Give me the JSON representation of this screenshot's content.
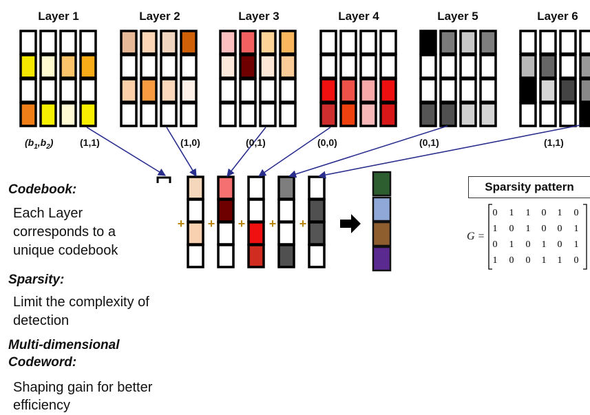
{
  "layers": [
    {
      "title": "Layer 1",
      "bits": "(1,1)",
      "cells": [
        [
          "#ffffff",
          "#ffffff",
          "#ffffff",
          "#ffffff"
        ],
        [
          "#f7e800",
          "#fffad0",
          "#fbc46a",
          "#f8ac18"
        ],
        [
          "#ffffff",
          "#ffffff",
          "#ffffff",
          "#ffffff"
        ],
        [
          "#f07e18",
          "#f7f000",
          "#fffad4",
          "#f8f000"
        ]
      ]
    },
    {
      "title": "Layer 2",
      "bits": "(1,0)",
      "cells": [
        [
          "#e8b998",
          "#fbd5b5",
          "#f0d6c0",
          "#cf6008"
        ],
        [
          "#ffffff",
          "#ffffff",
          "#ffffff",
          "#ffffff"
        ],
        [
          "#fbd0a8",
          "#f99b40",
          "#fbd8bc",
          "#fdf0e8"
        ],
        [
          "#ffffff",
          "#ffffff",
          "#ffffff",
          "#ffffff"
        ]
      ]
    },
    {
      "title": "Layer 3",
      "bits": "(0,1)",
      "cells": [
        [
          "#fcc0c0",
          "#f26060",
          "#fdd398",
          "#fbb75d"
        ],
        [
          "#fde9db",
          "#6e0000",
          "#fde8d8",
          "#fbcc98"
        ],
        [
          "#ffffff",
          "#ffffff",
          "#ffffff",
          "#ffffff"
        ],
        [
          "#ffffff",
          "#ffffff",
          "#ffffff",
          "#ffffff"
        ]
      ]
    },
    {
      "title": "Layer 4",
      "bits": "(0,0)",
      "cells": [
        [
          "#ffffff",
          "#ffffff",
          "#ffffff",
          "#ffffff"
        ],
        [
          "#ffffff",
          "#ffffff",
          "#ffffff",
          "#ffffff"
        ],
        [
          "#f01010",
          "#ef5248",
          "#f7a8a8",
          "#ee1010"
        ],
        [
          "#cf2e2e",
          "#ef4010",
          "#f8b8b8",
          "#d81818"
        ]
      ]
    },
    {
      "title": "Layer 5",
      "bits": "(0,1)",
      "cells": [
        [
          "#000000",
          "#7a7a7a",
          "#c8c8c8",
          "#7e7e7e"
        ],
        [
          "#ffffff",
          "#ffffff",
          "#ffffff",
          "#ffffff"
        ],
        [
          "#ffffff",
          "#ffffff",
          "#ffffff",
          "#ffffff"
        ],
        [
          "#555555",
          "#505050",
          "#d0d0d0",
          "#d4d4d4"
        ]
      ]
    },
    {
      "title": "Layer 6",
      "bits": "(1,1)",
      "cells": [
        [
          "#ffffff",
          "#ffffff",
          "#ffffff",
          "#ffffff"
        ],
        [
          "#b8b8b8",
          "#666666",
          "#ffffff",
          "#999999"
        ],
        [
          "#000000",
          "#d6d6d6",
          "#444444",
          "#888888"
        ],
        [
          "#ffffff",
          "#ffffff",
          "#ffffff",
          "#000000"
        ]
      ]
    }
  ],
  "bits_label": "(b1,b2)",
  "bits_label_parts": {
    "open": "(b",
    "sub1": "1",
    "mid": ",b",
    "sub2": "2",
    "close": ")"
  },
  "selected_columns": [
    [
      "#f5d7bb",
      "#ffffff",
      "#f8d2b0",
      "#ffffff"
    ],
    [
      "#f57070",
      "#6e0000",
      "#ffffff",
      "#ffffff"
    ],
    [
      "#ffffff",
      "#ffffff",
      "#f01010",
      "#d02c20"
    ],
    [
      "#7e7e7e",
      "#ffffff",
      "#ffffff",
      "#505050"
    ],
    [
      "#ffffff",
      "#505050",
      "#555555",
      "#ffffff"
    ]
  ],
  "plus_sign": "+",
  "result_column": [
    "#2c5e30",
    "#90a8d8",
    "#8e5e2e",
    "#5a2a90"
  ],
  "sparsity": {
    "title": "Sparsity pattern",
    "label": "G =",
    "matrix": [
      [
        0,
        1,
        1,
        0,
        1,
        0
      ],
      [
        1,
        0,
        1,
        0,
        0,
        1
      ],
      [
        0,
        1,
        0,
        1,
        0,
        1
      ],
      [
        1,
        0,
        0,
        1,
        1,
        0
      ]
    ]
  },
  "text": {
    "codebook_heading": "Codebook:",
    "codebook_line1": "Each Layer",
    "codebook_line2": "corresponds to a",
    "codebook_line3": "unique codebook",
    "sparsity_heading": "Sparsity:",
    "sparsity_line1": "Limit the complexity of",
    "sparsity_line2": "detection",
    "mdc_heading1": "Multi-dimensional",
    "mdc_heading2": "Codeword:",
    "mdc_line1": "Shaping gain for better",
    "mdc_line2": "efficiency"
  },
  "colors": {
    "arrow": "#2a2f8e",
    "border": "#000000",
    "plus": "#b8860b"
  }
}
